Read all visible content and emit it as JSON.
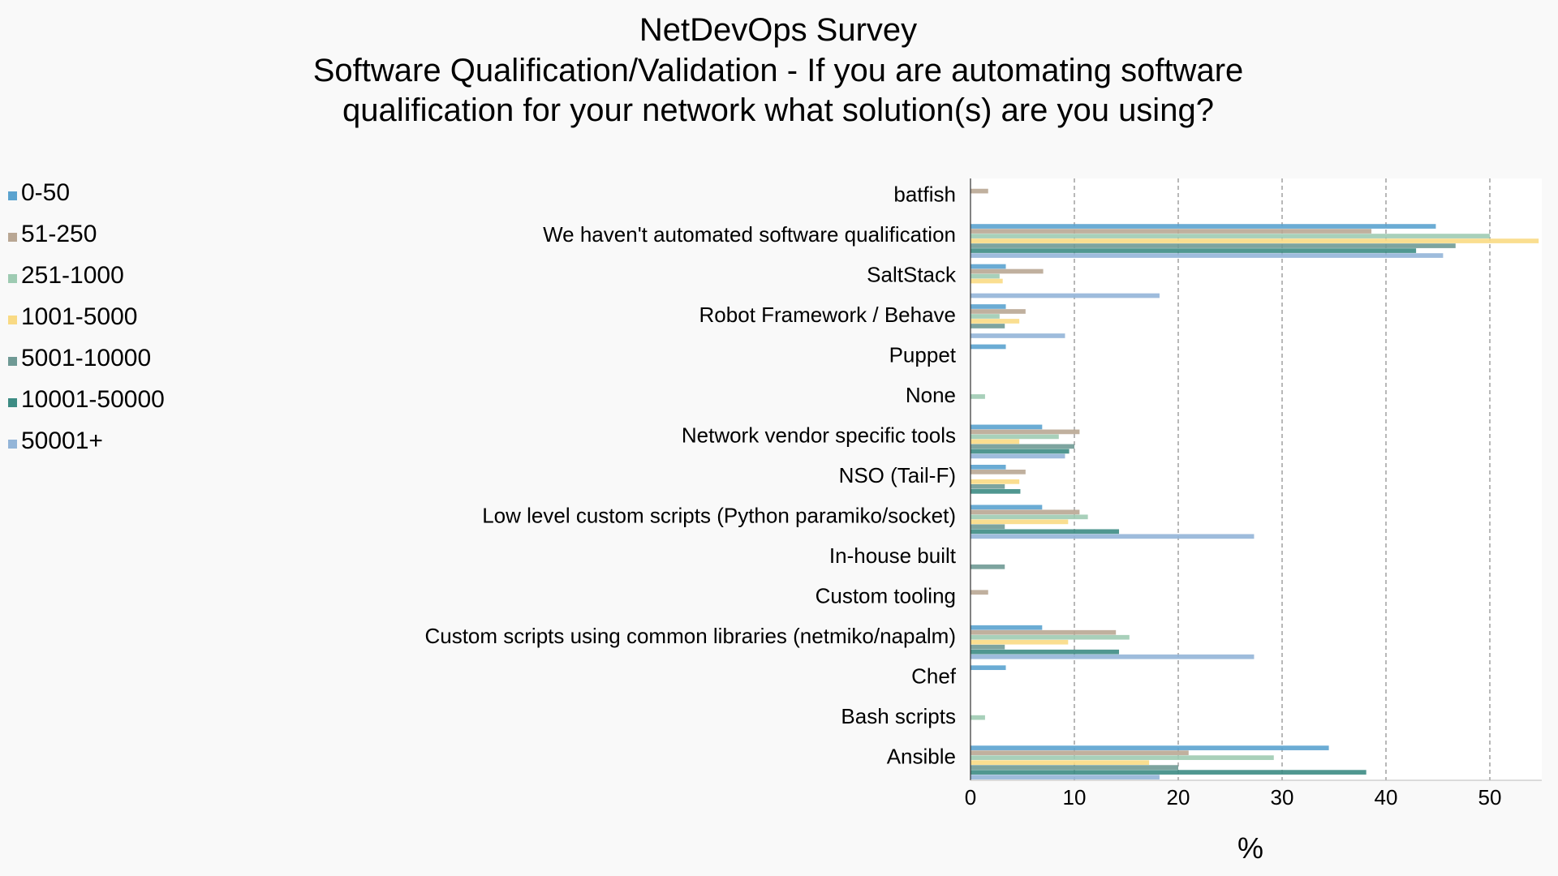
{
  "chart_data": {
    "type": "bar",
    "orientation": "horizontal",
    "title": [
      "NetDevOps Survey",
      "Software Qualification/Validation - If you are automating software",
      "qualification for your network what solution(s) are you using?"
    ],
    "xlabel": "%",
    "ylabel": "",
    "xlim": [
      0,
      55
    ],
    "xticks": [
      0,
      10,
      20,
      30,
      40,
      50
    ],
    "grid": true,
    "legend_position": "left",
    "categories": [
      "batfish",
      "We haven't automated software qualification",
      "SaltStack",
      "Robot Framework / Behave",
      "Puppet",
      "None",
      "Network vendor specific tools",
      "NSO (Tail-F)",
      "Low level custom scripts (Python paramiko/socket)",
      "In-house built",
      "Custom tooling",
      "Custom scripts using common libraries (netmiko/napalm)",
      "Chef",
      "Bash scripts",
      "Ansible"
    ],
    "series": [
      {
        "name": "0-50",
        "color": "#5ba3cf",
        "values": [
          0,
          44.8,
          3.4,
          3.4,
          3.4,
          0,
          6.9,
          3.4,
          6.9,
          0,
          0,
          6.9,
          3.4,
          0,
          34.5
        ]
      },
      {
        "name": "51-250",
        "color": "#b9a794",
        "values": [
          1.7,
          38.6,
          7.0,
          5.3,
          0,
          0,
          10.5,
          5.3,
          10.5,
          0,
          1.7,
          14.0,
          0,
          0,
          21.0
        ]
      },
      {
        "name": "251-1000",
        "color": "#9ecbb2",
        "values": [
          0,
          50.0,
          2.8,
          2.8,
          0,
          1.4,
          8.5,
          0,
          11.3,
          0,
          0,
          15.3,
          0,
          1.4,
          29.2
        ]
      },
      {
        "name": "1001-5000",
        "color": "#f9da84",
        "values": [
          0,
          54.7,
          3.1,
          4.7,
          0,
          0,
          4.7,
          4.7,
          9.4,
          0,
          0,
          9.4,
          0,
          0,
          17.2
        ]
      },
      {
        "name": "5001-10000",
        "color": "#6f9a95",
        "values": [
          0,
          46.7,
          0,
          3.3,
          0,
          0,
          10.0,
          3.3,
          3.3,
          3.3,
          0,
          3.3,
          0,
          0,
          20.0
        ]
      },
      {
        "name": "10001-50000",
        "color": "#3d8c84",
        "values": [
          0,
          42.9,
          0,
          0,
          0,
          0,
          9.5,
          4.8,
          14.3,
          0,
          0,
          14.3,
          0,
          0,
          38.1
        ]
      },
      {
        "name": "50001+",
        "color": "#93b5d8",
        "values": [
          0,
          45.5,
          18.2,
          9.1,
          0,
          0,
          9.1,
          0,
          27.3,
          0,
          0,
          27.3,
          0,
          0,
          18.2
        ]
      }
    ]
  }
}
